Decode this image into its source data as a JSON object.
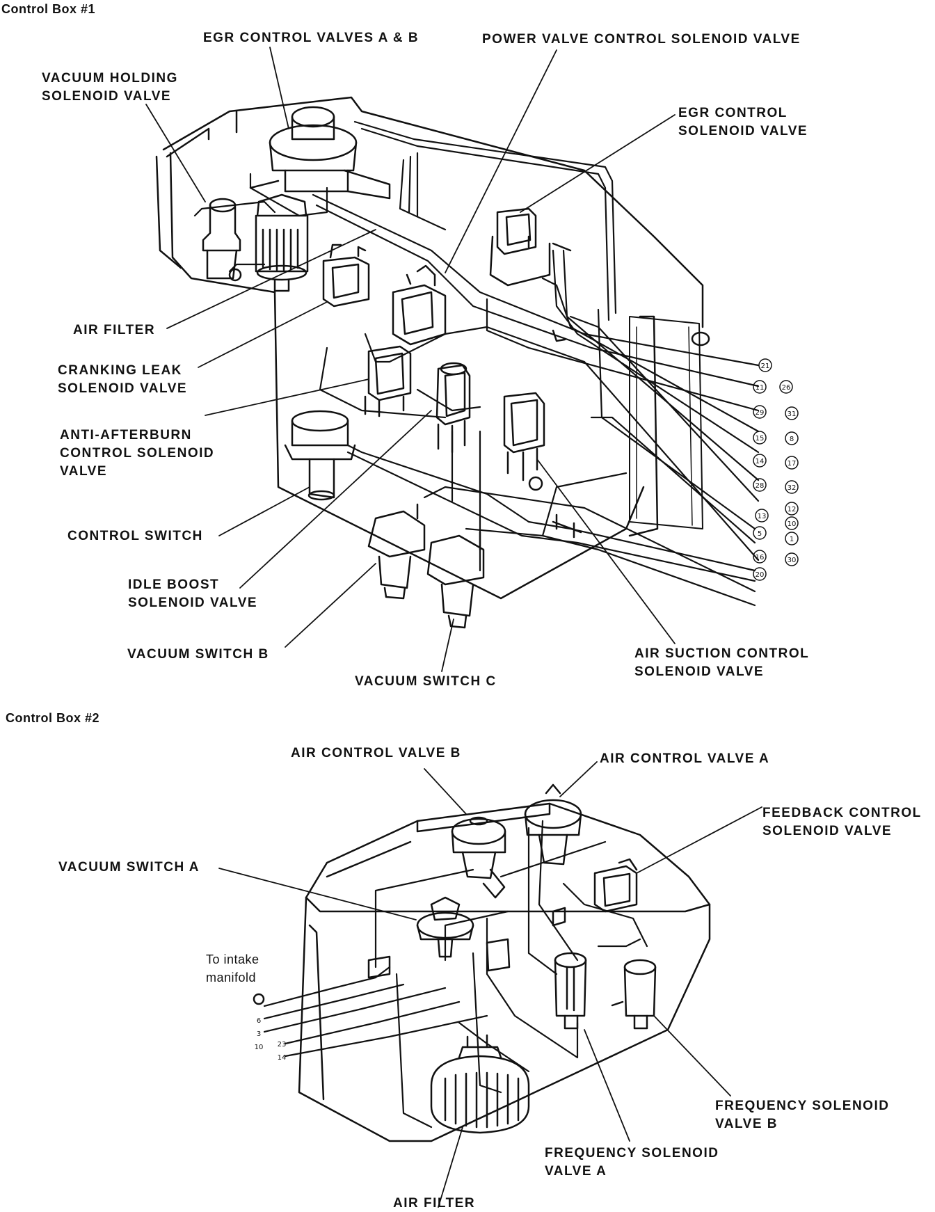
{
  "box1": {
    "header": "Control Box #1",
    "labels": {
      "egr_control_valves_ab": "EGR CONTROL VALVES  A & B",
      "power_valve_control": "POWER VALVE CONTROL  SOLENOID VALVE",
      "vacuum_holding_1": "VACUUM HOLDING",
      "vacuum_holding_2": "SOLENOID VALVE",
      "egr_control_sol_1": "EGR CONTROL",
      "egr_control_sol_2": "SOLENOID VALVE",
      "air_filter": "AIR FILTER",
      "cranking_leak_1": "CRANKING LEAK",
      "cranking_leak_2": "SOLENOID VALVE",
      "anti_afterburn_1": "ANTI-AFTERBURN",
      "anti_afterburn_2": "CONTROL SOLENOID",
      "anti_afterburn_3": "VALVE",
      "control_switch": "CONTROL SWITCH",
      "idle_boost_1": "IDLE BOOST",
      "idle_boost_2": "SOLENOID VALVE",
      "vacuum_switch_b": "VACUUM SWITCH B",
      "vacuum_switch_c": "VACUUM SWITCH  C",
      "air_suction_1": "AIR SUCTION  CONTROL",
      "air_suction_2": "SOLENOID VALVE"
    },
    "hose_numbers": [
      "21",
      "11",
      "26",
      "29",
      "31",
      "15",
      "8",
      "14",
      "17",
      "28",
      "32",
      "12",
      "13",
      "10",
      "5",
      "1",
      "16",
      "30",
      "20"
    ]
  },
  "box2": {
    "header": "Control Box #2",
    "labels": {
      "air_control_b": "AIR CONTROL VALVE B",
      "air_control_a": "AIR CONTROL VALVE  A",
      "feedback_1": "FEEDBACK CONTROL",
      "feedback_2": "SOLENOID VALVE",
      "vacuum_switch_a": "VACUUM SWITCH A",
      "intake_1": "To intake",
      "intake_2": "manifold",
      "freq_b_1": "FREQUENCY SOLENOID",
      "freq_b_2": "VALVE B",
      "freq_a_1": "FREQUENCY SOLENOID",
      "freq_a_2": "VALVE A",
      "air_filter": "AIR FILTER"
    },
    "hose_numbers": [
      "6",
      "3",
      "10",
      "23",
      "14"
    ]
  },
  "colors": {
    "ink": "#111111",
    "paper": "#ffffff"
  }
}
